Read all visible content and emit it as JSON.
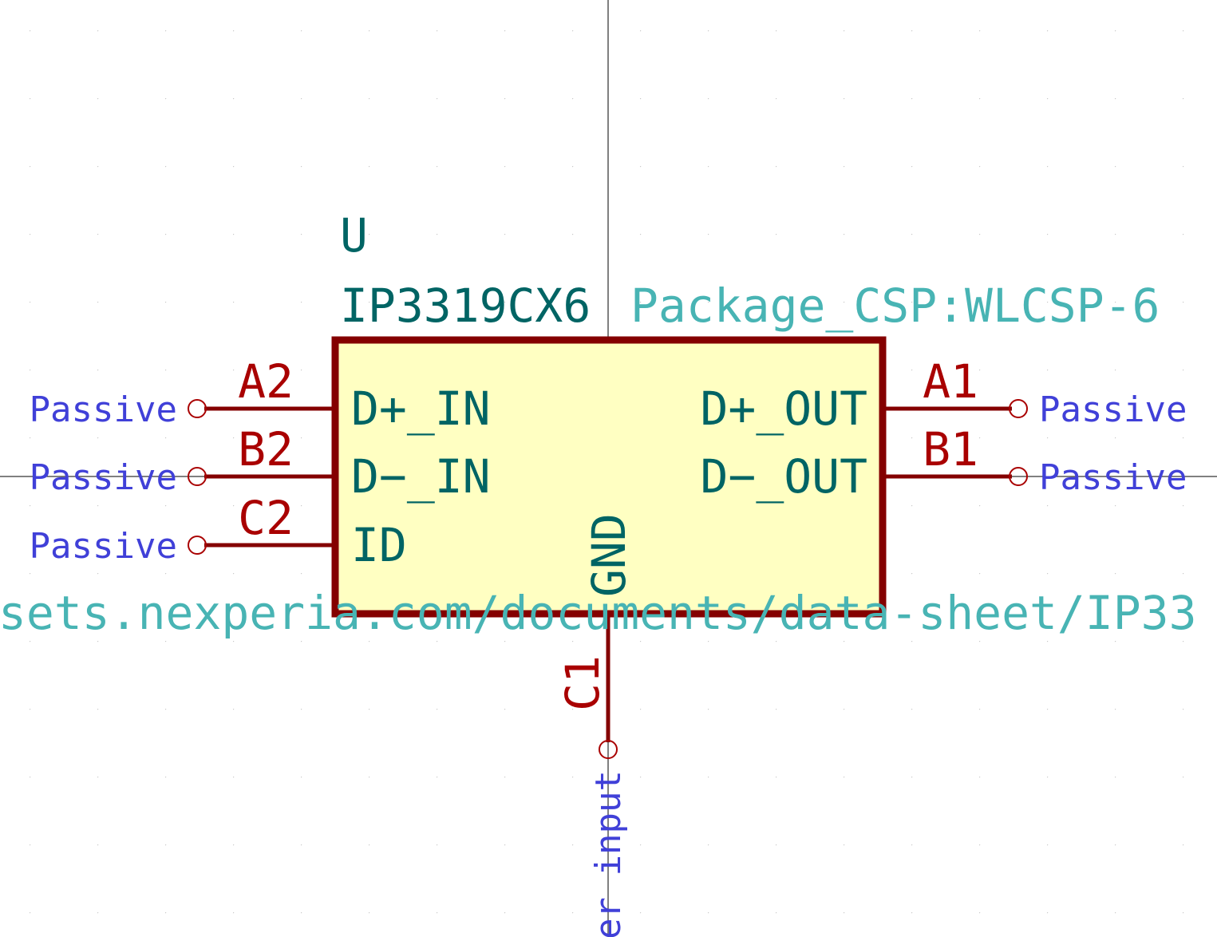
{
  "component": {
    "reference": "U",
    "value": "IP3319CX6",
    "footprint": "Package_CSP:WLCSP-6",
    "datasheet": "sets.nexperia.com/documents/data-sheet/IP33"
  },
  "pins": {
    "a2": {
      "number": "A2",
      "name": "D+_IN",
      "type": "Passive"
    },
    "b2": {
      "number": "B2",
      "name": "D−_IN",
      "type": "Passive"
    },
    "c2": {
      "number": "C2",
      "name": "ID",
      "type": "Passive"
    },
    "a1": {
      "number": "A1",
      "name": "D+_OUT",
      "type": "Passive"
    },
    "b1": {
      "number": "B1",
      "name": "D−_OUT",
      "type": "Passive"
    },
    "c1": {
      "number": "C1",
      "name": "GND",
      "type": "ver input"
    }
  },
  "colors": {
    "body_fill": "#ffffc2",
    "body_stroke": "#840000",
    "pin_line": "#840000",
    "pin_number": "#a90000",
    "pin_name": "#006464",
    "reference": "#006464",
    "value": "#006464",
    "field": "#48b4b4",
    "pin_type": "#4040d8",
    "grid_dot": "#c8c8c8",
    "axis": "#000000"
  }
}
